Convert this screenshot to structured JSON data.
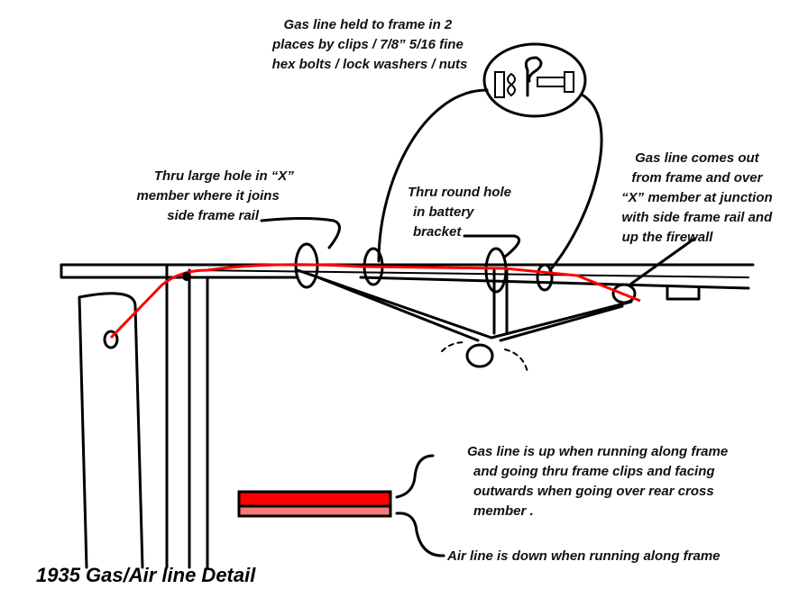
{
  "title": "1935 Gas/Air line Detail",
  "callouts": {
    "clips": [
      "Gas line held to frame in 2",
      "places by clips / 7/8” 5/16 fine",
      "hex bolts / lock washers / nuts"
    ],
    "x_member": [
      "Thru large hole in “X”",
      "member where it joins",
      "side frame rail"
    ],
    "battery": [
      "Thru round hole",
      "in battery",
      "bracket"
    ],
    "firewall": [
      "Gas line comes out",
      "from frame and over",
      "“X” member at junction",
      "with side frame rail and",
      "up the firewall"
    ]
  },
  "legend": {
    "gas": [
      "Gas line is up when running along frame",
      "and going thru frame clips and facing",
      "outwards when going over rear cross",
      "member ."
    ],
    "air": "Air line is down when running along frame",
    "gas_color": "#ff0000",
    "air_color": "#f47a7a"
  }
}
